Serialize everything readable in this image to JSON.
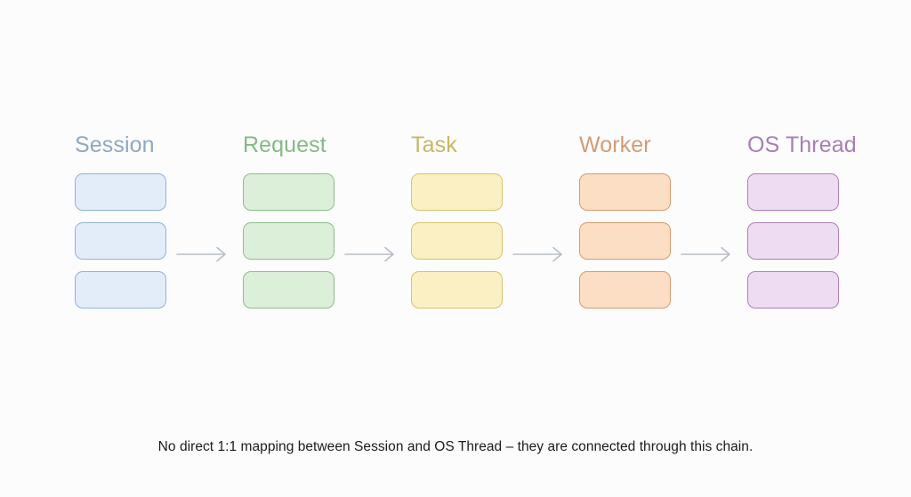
{
  "diagram": {
    "background_color": "#fcfcfc",
    "caption": "No direct 1:1 mapping between Session and OS Thread – they are connected through this chain.",
    "arrow_color": "#b9bec6",
    "arrow_glyph": "right-arrow",
    "columns": [
      {
        "title": "Session",
        "title_color": "#8fa8c4",
        "box_fill": "#e3edf9",
        "box_border": "#8fb2d9",
        "box_count": 3
      },
      {
        "title": "Request",
        "title_color": "#86b986",
        "box_fill": "#dcefd8",
        "box_border": "#8cc08a",
        "box_count": 3
      },
      {
        "title": "Task",
        "title_color": "#c9b765",
        "box_fill": "#fbf0c4",
        "box_border": "#d8c36a",
        "box_count": 3
      },
      {
        "title": "Worker",
        "title_color": "#d29c74",
        "box_fill": "#fbdec3",
        "box_border": "#d89b6e",
        "box_count": 3
      },
      {
        "title": "OS Thread",
        "title_color": "#a87fb5",
        "box_fill": "#eedcf2",
        "box_border": "#ad7fb8",
        "box_count": 3
      }
    ],
    "arrows": [
      {
        "from": "Session",
        "to": "Request"
      },
      {
        "from": "Request",
        "to": "Task"
      },
      {
        "from": "Task",
        "to": "Worker"
      },
      {
        "from": "Worker",
        "to": "OS Thread"
      }
    ]
  }
}
